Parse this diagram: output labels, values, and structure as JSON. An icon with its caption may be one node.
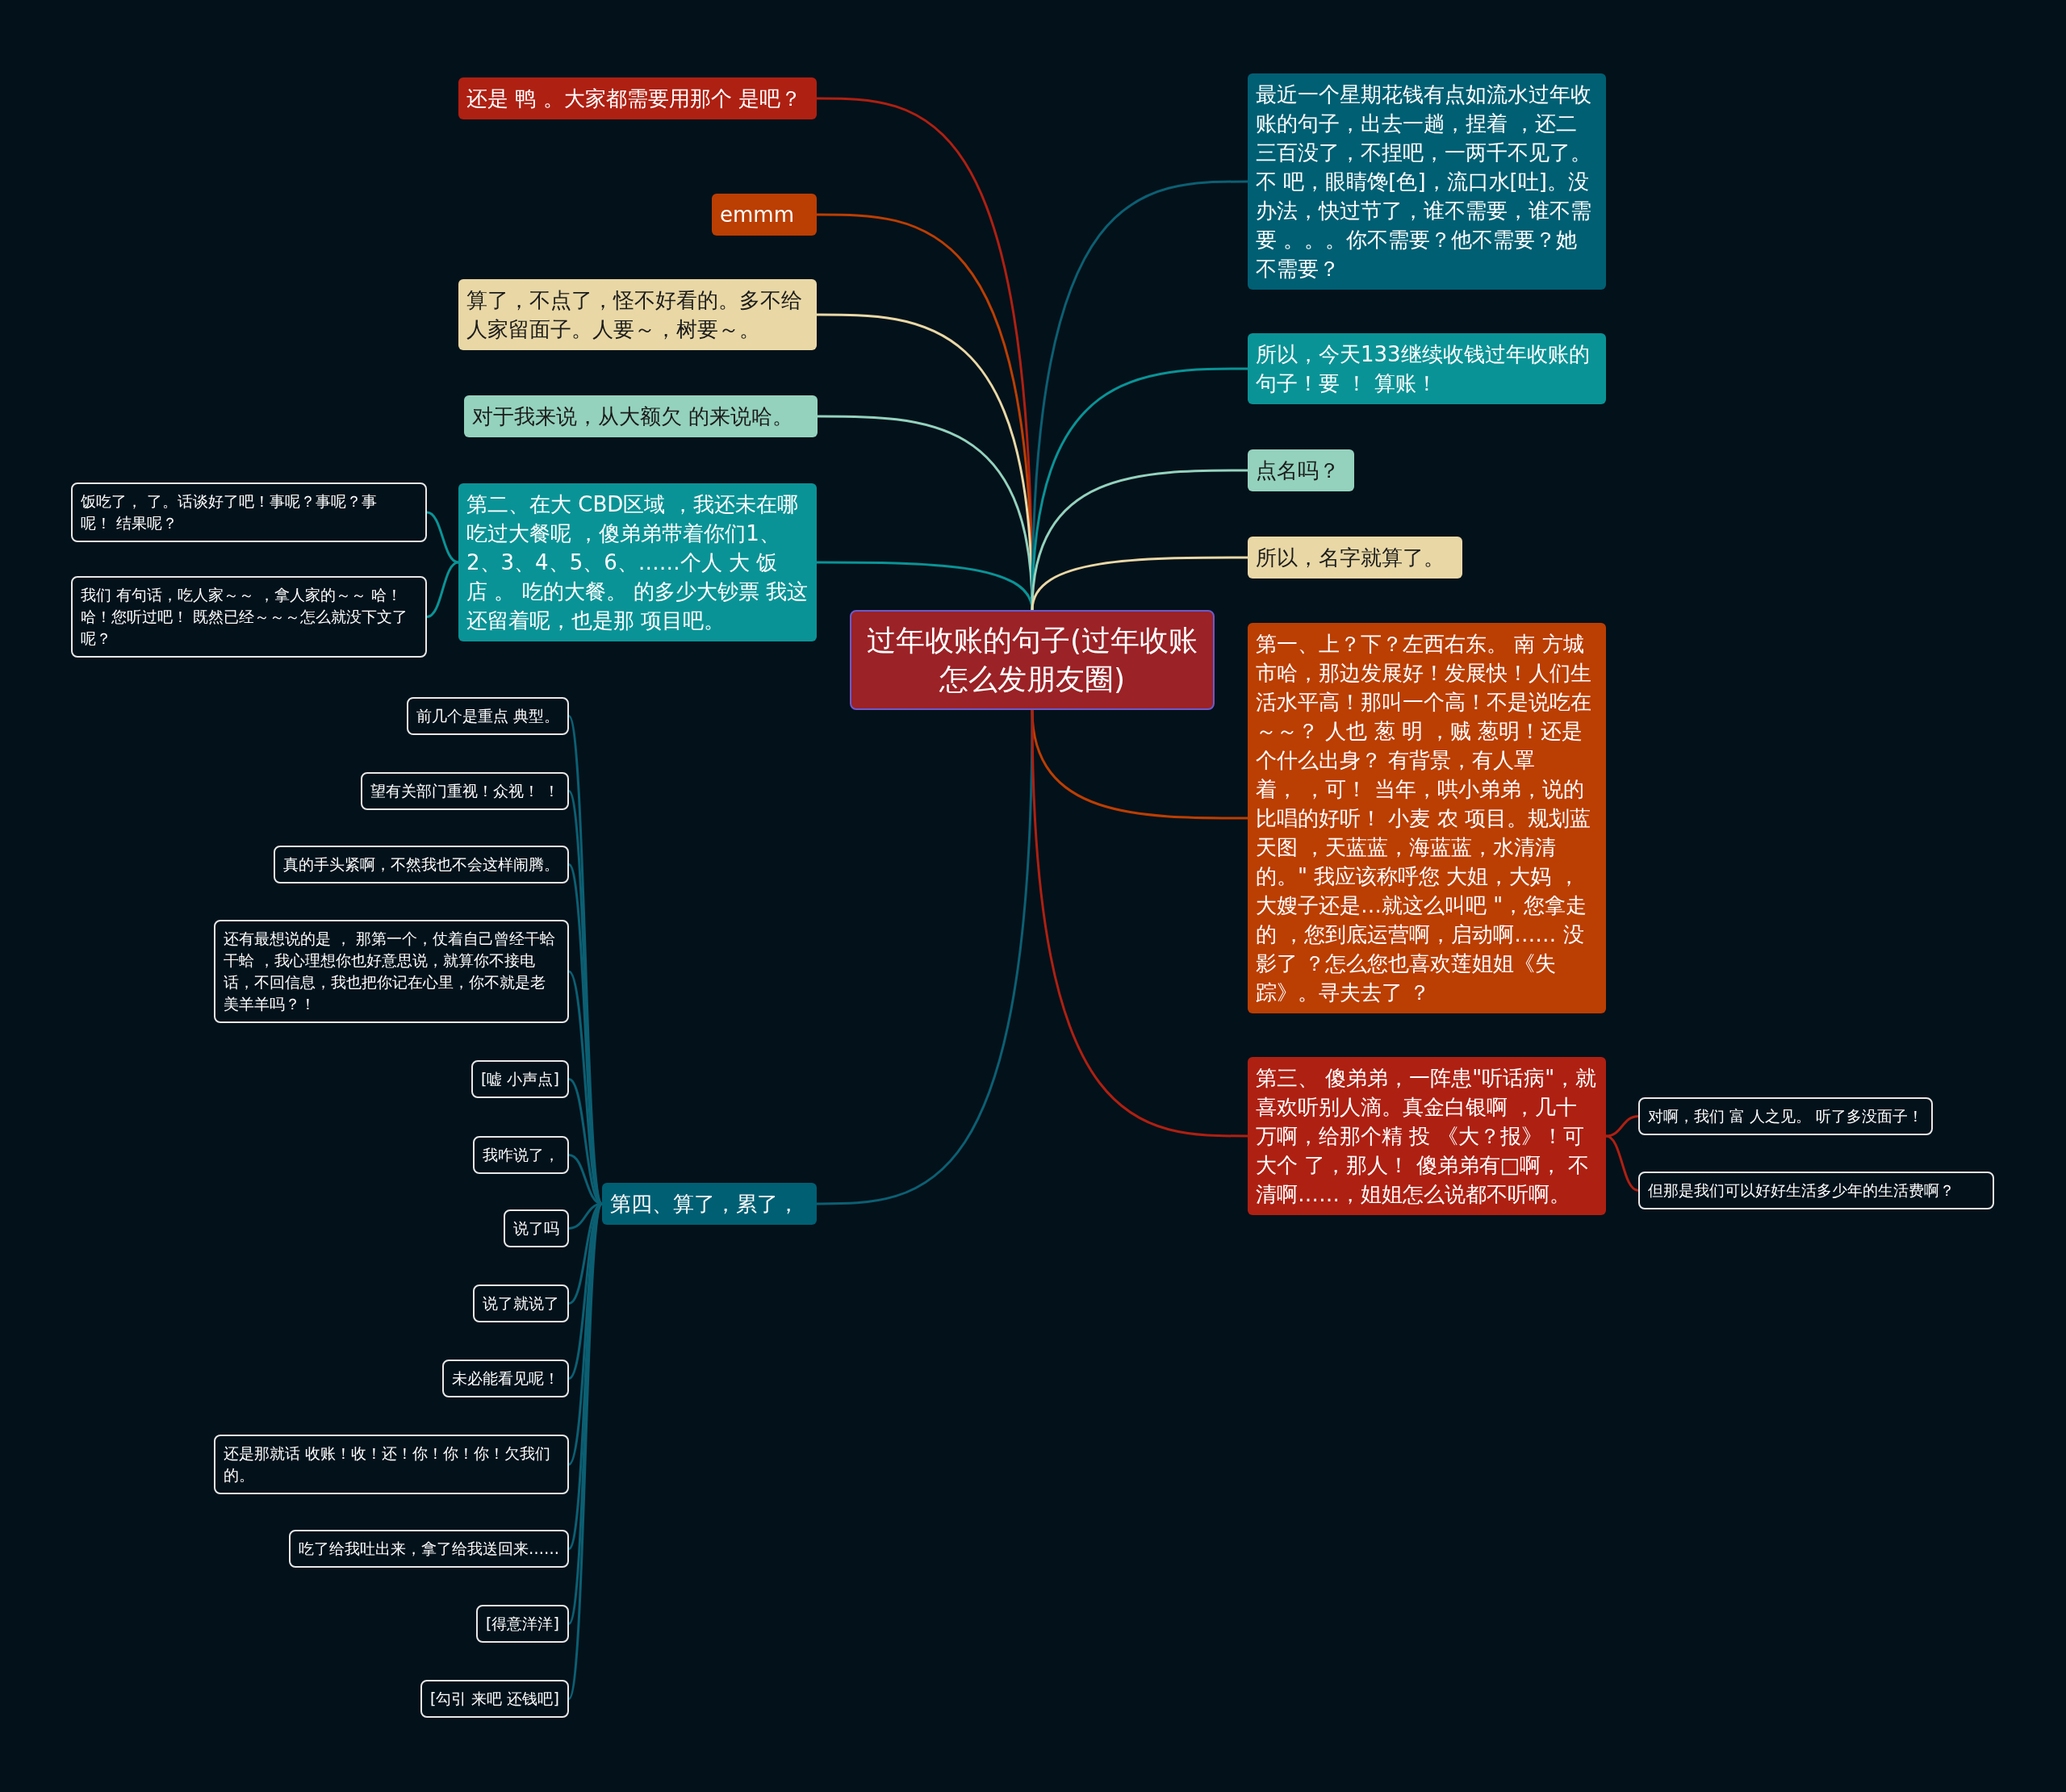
{
  "diagram": {
    "nodes": [
      {
        "text": [
          "过年收账的句子(过年收账怎么发朋友圈)"
        ]
      },
      {
        "text": [
          "还是 鸭 。大家都需要用那个 是吧？"
        ]
      },
      {
        "text": [
          "emmm"
        ]
      },
      {
        "text": [
          "算了，不点了，怪不好看的。多不给人家留面子。人要～，树要～。"
        ]
      },
      {
        "text": [
          "对于我来说，从大额欠 的来说哈。"
        ]
      },
      {
        "text": [
          "第二、在大 CBD区域 ，我还未在哪吃过大餐呢 ，傻弟弟带着你们1、2、3、4、5、6、……个人 大 饭店 。 吃的大餐。 的多少大钞票 我这还留着呢，也是那 项目吧。"
        ]
      },
      {
        "text": [
          "饭吃了， 了。话谈好了吧！事呢？事呢？事呢！ 结果呢？"
        ]
      },
      {
        "text": [
          "我们 有句话，吃人家～～ ，拿人家的～～ 哈！哈！您听过吧！ 既然已经～～～怎么就没下文了呢？"
        ]
      },
      {
        "text": [
          "第四、算了，累了，"
        ]
      },
      {
        "text": [
          "前几个是重点 典型。"
        ]
      },
      {
        "text": [
          "望有关部门重视！众视！ ！"
        ]
      },
      {
        "text": [
          "真的手头紧啊，不然我也不会这样闹腾。"
        ]
      },
      {
        "text": [
          "还有最想说的是 ， 那第一个，仗着自己曾经干蛤干蛤 ，我心理想你也好意思说，就算你不接电话，不回信息，我也把你记在心里，你不就是老美羊羊吗？！"
        ]
      },
      {
        "text": [
          "[嘘 小声点]"
        ]
      },
      {
        "text": [
          "我咋说了，"
        ]
      },
      {
        "text": [
          "说了吗"
        ]
      },
      {
        "text": [
          "说了就说了"
        ]
      },
      {
        "text": [
          "未必能看见呢！"
        ]
      },
      {
        "text": [
          "还是那就话 收账！收！还！你！你！你！欠我们的。"
        ]
      },
      {
        "text": [
          "吃了给我吐出来，拿了给我送回来……"
        ]
      },
      {
        "text": [
          "[得意洋洋]"
        ]
      },
      {
        "text": [
          "[勾引 来吧 还钱吧]"
        ]
      },
      {
        "text": [
          "最近一个星期花钱有点如流水过年收账的句子，出去一趟，捏着 ，还二三百没了，不捏吧，一两千不见了。不 吧，眼睛馋[色]，流口水[吐]。没办法，快过节了，谁不需要，谁不需要 。。。你不需要？他不需要？她不需要？"
        ]
      },
      {
        "text": [
          "所以，今天133继续收钱过年收账的句子！要 ！ 算账！"
        ]
      },
      {
        "text": [
          "点名吗？"
        ]
      },
      {
        "text": [
          "所以，名字就算了。"
        ]
      },
      {
        "text": [
          "第一、上？下？左西右东。 南 方城市哈，那边发展好！发展快！人们生活水平高！那叫一个高！不是说吃在～～？ 人也 葱 明 ，贼 葱明！还是个什么出身？ 有背景，有人罩着， ，可！ 当年，哄小弟弟，说的比唱的好听！ 小麦 农 项目。规划蓝天图 ，天蓝蓝，海蓝蓝，水清清的。\" 我应该称呼您 大姐，大妈 ，大嫂子还是…就这么叫吧 \"，您拿走的 ，您到底运营啊，启动啊…… 没影了 ？怎么您也喜欢莲姐姐《失踪》。寻夫去了 ？"
        ]
      },
      {
        "text": [
          "第三、 傻弟弟，一阵患\"听话病\"，就喜欢听别人滴。真金白银啊 ，几十万啊，给那个精 投 《大？报》！可大个 了，那人！ 傻弟弟有□啊， 不清啊……，姐姐怎么说都不听啊。"
        ]
      },
      {
        "text": [
          "对啊，我们 富 人之见。 听了多没面子！"
        ]
      },
      {
        "text": [
          "但那是我们可以好好生活多少年的生活费啊？"
        ]
      }
    ],
    "edges": [
      {
        "from": 0,
        "to": 1,
        "arrow": "none",
        "color": "#ae2012"
      },
      {
        "from": 0,
        "to": 2,
        "arrow": "none",
        "color": "#bb3e03"
      },
      {
        "from": 0,
        "to": 3,
        "arrow": "none",
        "color": "#e9d8a6"
      },
      {
        "from": 0,
        "to": 4,
        "arrow": "none",
        "color": "#94d2bd"
      },
      {
        "from": 0,
        "to": 5,
        "arrow": "none",
        "color": "#0a9396"
      },
      {
        "from": 5,
        "to": 6,
        "arrow": "none",
        "color": "#0a9396"
      },
      {
        "from": 5,
        "to": 7,
        "arrow": "none",
        "color": "#0a9396"
      },
      {
        "from": 0,
        "to": 8,
        "arrow": "none"
      },
      {
        "from": 8,
        "to": 9,
        "arrow": "none"
      },
      {
        "from": 8,
        "to": 10,
        "arrow": "none"
      },
      {
        "from": 8,
        "to": 11,
        "arrow": "none"
      },
      {
        "from": 8,
        "to": 12,
        "arrow": "none"
      },
      {
        "from": 8,
        "to": 13,
        "arrow": "none"
      },
      {
        "from": 8,
        "to": 14,
        "arrow": "none"
      },
      {
        "from": 8,
        "to": 15,
        "arrow": "none"
      },
      {
        "from": 8,
        "to": 16,
        "arrow": "none"
      },
      {
        "from": 8,
        "to": 17,
        "arrow": "none"
      },
      {
        "from": 8,
        "to": 18,
        "arrow": "none"
      },
      {
        "from": 8,
        "to": 19,
        "arrow": "none"
      },
      {
        "from": 8,
        "to": 20,
        "arrow": "none"
      },
      {
        "from": 8,
        "to": 21,
        "arrow": "none"
      },
      {
        "from": 0,
        "to": 22,
        "arrow": "none"
      },
      {
        "from": 0,
        "to": 23,
        "arrow": "none",
        "color": "#0a9396"
      },
      {
        "from": 0,
        "to": 24,
        "arrow": "none",
        "color": "#94d2bd"
      },
      {
        "from": 0,
        "to": 25,
        "arrow": "none",
        "color": "#e9d8a6"
      },
      {
        "from": 0,
        "to": 26,
        "arrow": "none",
        "color": "#bb3e03"
      },
      {
        "from": 0,
        "to": 27,
        "arrow": "none",
        "color": "#ae2012"
      },
      {
        "from": 27,
        "to": 28,
        "arrow": "none",
        "color": "#ae2012"
      },
      {
        "from": 27,
        "to": 29,
        "arrow": "none",
        "color": "#ae2012"
      }
    ]
  }
}
